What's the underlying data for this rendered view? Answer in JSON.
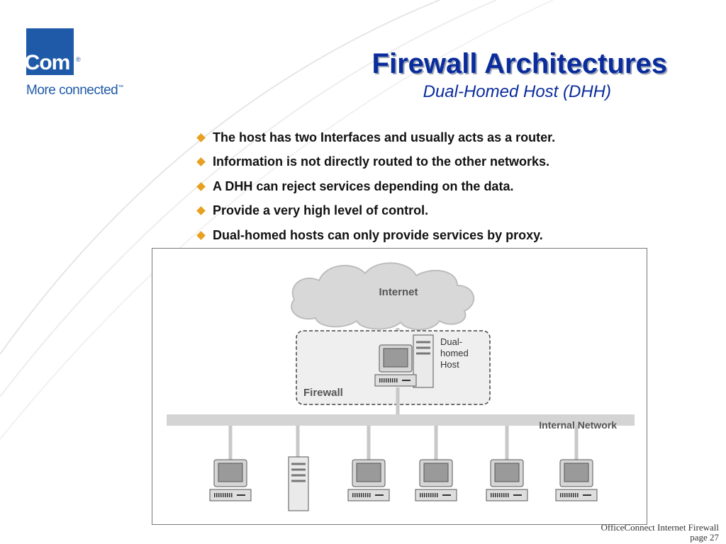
{
  "logo": {
    "brand": "3Com",
    "registered": "®",
    "tagline": "More connected",
    "tagline_mark": "™"
  },
  "slide": {
    "title": "Firewall Architectures",
    "subtitle": "Dual-Homed Host (DHH)",
    "bullets": [
      "The host has two Interfaces and usually acts as a router.",
      "Information is not directly routed to the other networks.",
      "A DHH can reject services depending on the data.",
      "Provide a very high level of control.",
      "Dual-homed hosts can only provide services by proxy."
    ]
  },
  "diagram": {
    "cloud_label": "Internet",
    "host_label_lines": [
      "Dual-",
      "homed",
      "Host"
    ],
    "firewall_label": "Firewall",
    "network_label": "Internal Network"
  },
  "footer": {
    "product": "OfficeConnect Internet Firewall",
    "page": "page 27"
  },
  "colors": {
    "title": "#0a2c9c",
    "brand": "#1e5aa8",
    "bullet": "#e8a020"
  }
}
